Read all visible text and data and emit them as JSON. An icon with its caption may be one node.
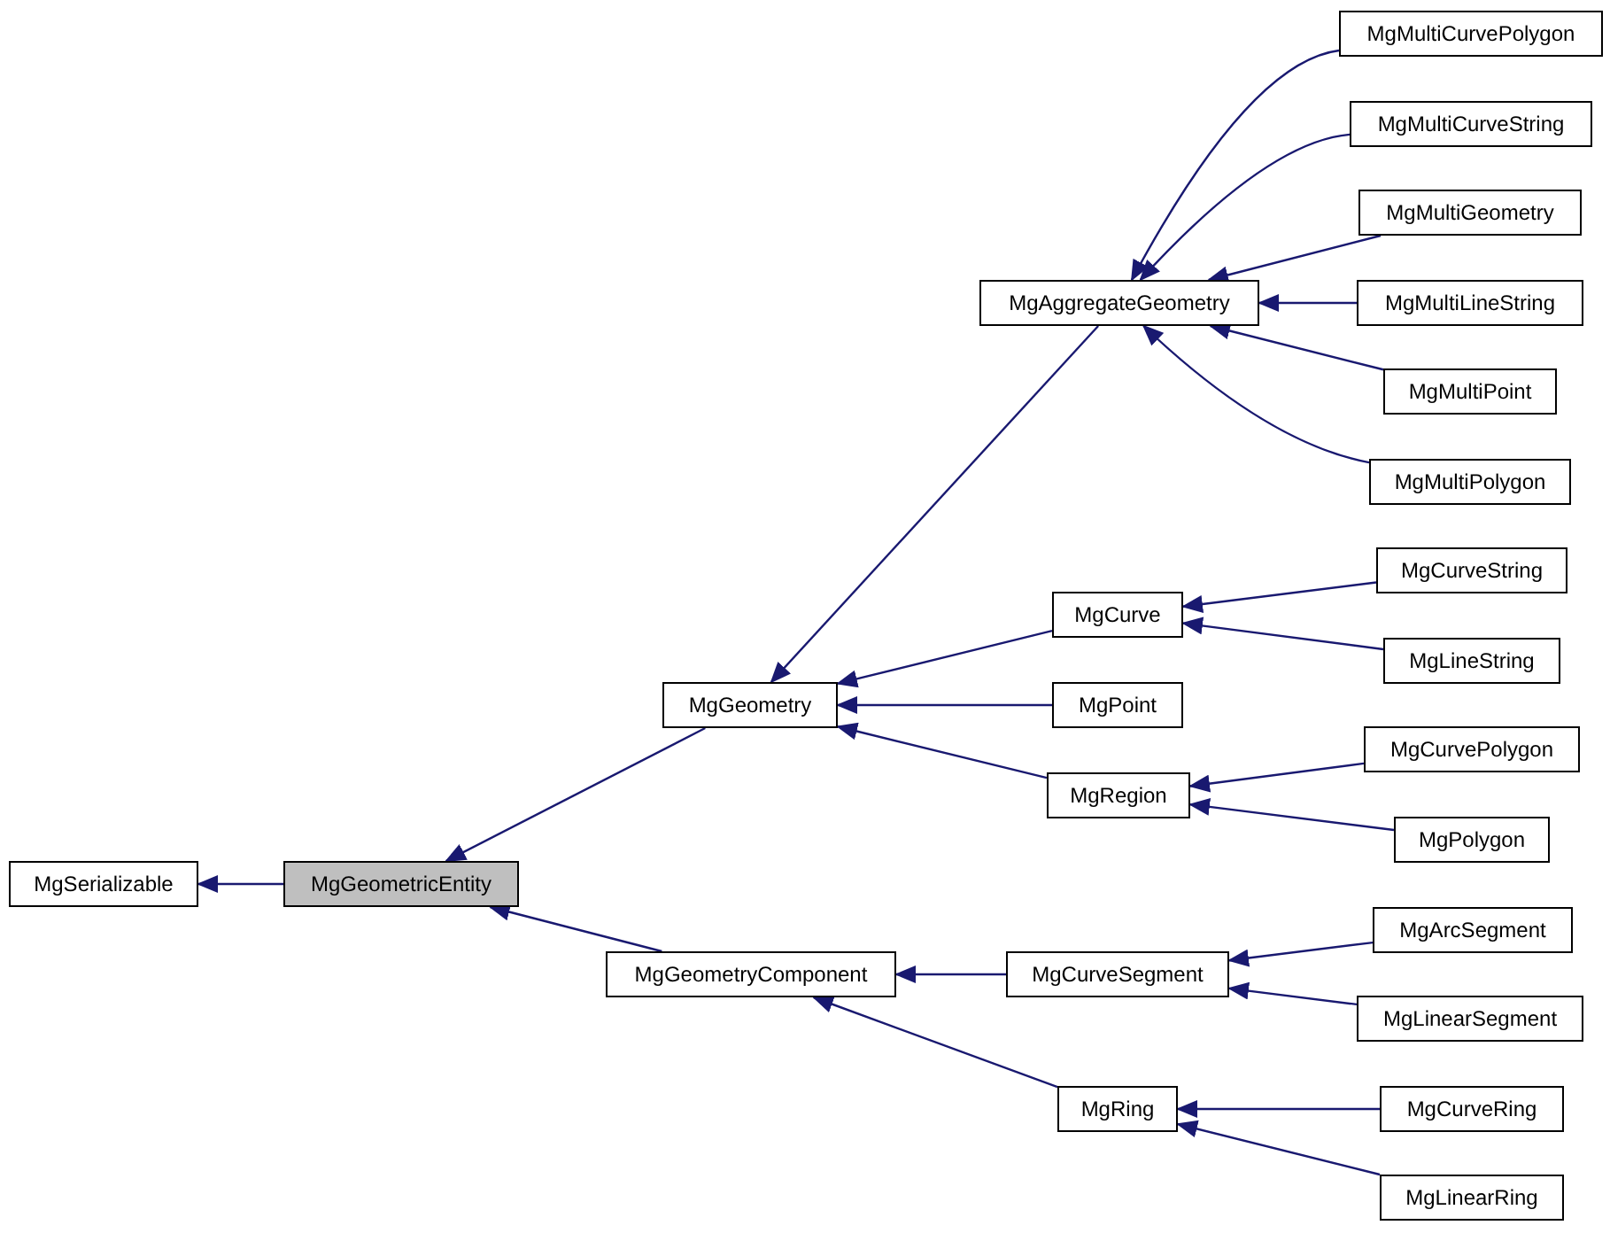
{
  "diagram": {
    "nodes": [
      {
        "text": [
          "MgSerializable"
        ]
      },
      {
        "text": [
          "MgGeometricEntity"
        ]
      },
      {
        "text": [
          "MgGeometry"
        ]
      },
      {
        "text": [
          "MgGeometryComponent"
        ]
      },
      {
        "text": [
          "MgAggregateGeometry"
        ]
      },
      {
        "text": [
          "MgCurve"
        ]
      },
      {
        "text": [
          "MgPoint"
        ]
      },
      {
        "text": [
          "MgRegion"
        ]
      },
      {
        "text": [
          "MgCurveSegment"
        ]
      },
      {
        "text": [
          "MgRing"
        ]
      },
      {
        "text": [
          "MgMultiCurvePolygon"
        ]
      },
      {
        "text": [
          "MgMultiCurveString"
        ]
      },
      {
        "text": [
          "MgMultiGeometry"
        ]
      },
      {
        "text": [
          "MgMultiLineString"
        ]
      },
      {
        "text": [
          "MgMultiPoint"
        ]
      },
      {
        "text": [
          "MgMultiPolygon"
        ]
      },
      {
        "text": [
          "MgCurveString"
        ]
      },
      {
        "text": [
          "MgLineString"
        ]
      },
      {
        "text": [
          "MgCurvePolygon"
        ]
      },
      {
        "text": [
          "MgPolygon"
        ]
      },
      {
        "text": [
          "MgArcSegment"
        ]
      },
      {
        "text": [
          "MgLinearSegment"
        ]
      },
      {
        "text": [
          "MgCurveRing"
        ]
      },
      {
        "text": [
          "MgLinearRing"
        ]
      }
    ],
    "edges": [
      {
        "from": 1,
        "to": 0,
        "arrow": "to"
      },
      {
        "from": 2,
        "to": 1,
        "arrow": "to"
      },
      {
        "from": 3,
        "to": 1,
        "arrow": "to"
      },
      {
        "from": 4,
        "to": 2,
        "arrow": "to"
      },
      {
        "from": 5,
        "to": 2,
        "arrow": "to"
      },
      {
        "from": 6,
        "to": 2,
        "arrow": "to"
      },
      {
        "from": 7,
        "to": 2,
        "arrow": "to"
      },
      {
        "from": 8,
        "to": 3,
        "arrow": "to"
      },
      {
        "from": 9,
        "to": 3,
        "arrow": "to"
      },
      {
        "from": 10,
        "to": 4,
        "arrow": "to"
      },
      {
        "from": 11,
        "to": 4,
        "arrow": "to"
      },
      {
        "from": 12,
        "to": 4,
        "arrow": "to"
      },
      {
        "from": 13,
        "to": 4,
        "arrow": "to"
      },
      {
        "from": 14,
        "to": 4,
        "arrow": "to"
      },
      {
        "from": 15,
        "to": 4,
        "arrow": "to"
      },
      {
        "from": 16,
        "to": 5,
        "arrow": "to"
      },
      {
        "from": 17,
        "to": 5,
        "arrow": "to"
      },
      {
        "from": 18,
        "to": 7,
        "arrow": "to"
      },
      {
        "from": 19,
        "to": 7,
        "arrow": "to"
      },
      {
        "from": 20,
        "to": 8,
        "arrow": "to"
      },
      {
        "from": 21,
        "to": 8,
        "arrow": "to"
      },
      {
        "from": 22,
        "to": 9,
        "arrow": "to"
      },
      {
        "from": 23,
        "to": 9,
        "arrow": "to"
      }
    ]
  }
}
